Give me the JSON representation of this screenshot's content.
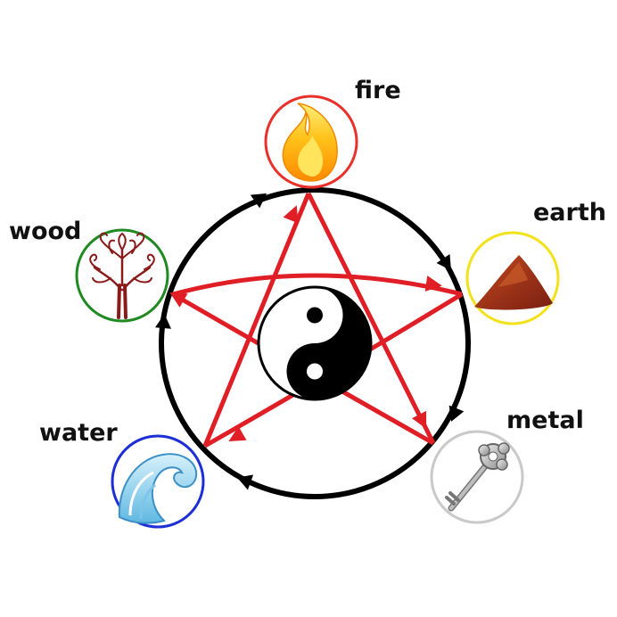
{
  "elements": {
    "fire": {
      "label": "fire",
      "ring_color": "#e8312a"
    },
    "earth": {
      "label": "earth",
      "ring_color": "#f2e21b"
    },
    "metal": {
      "label": "metal",
      "ring_color": "#c9c9c9"
    },
    "water": {
      "label": "water",
      "ring_color": "#1c2fd6"
    },
    "wood": {
      "label": "wood",
      "ring_color": "#1f8a22"
    }
  },
  "generating_cycle": {
    "order": [
      "fire",
      "earth",
      "metal",
      "water",
      "wood"
    ],
    "color": "#000000",
    "direction": "clockwise"
  },
  "controlling_cycle": {
    "edges": [
      [
        "fire",
        "metal"
      ],
      [
        "metal",
        "wood"
      ],
      [
        "wood",
        "earth"
      ],
      [
        "earth",
        "water"
      ],
      [
        "water",
        "fire"
      ]
    ],
    "color": "#e01e26"
  },
  "center_symbol": "yin-yang"
}
